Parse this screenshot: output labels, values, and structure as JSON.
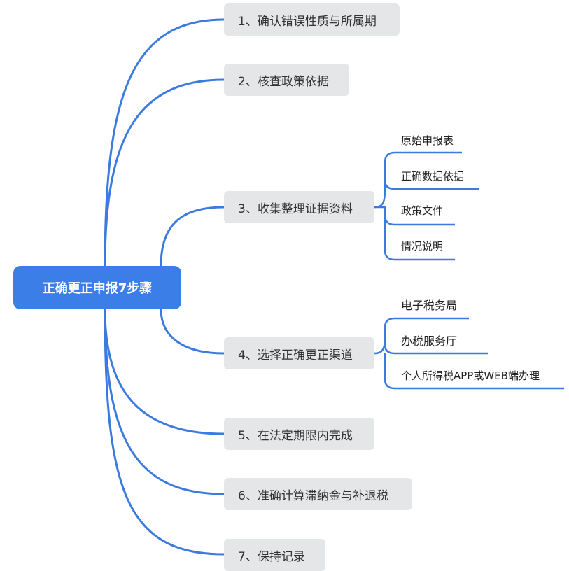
{
  "root": {
    "label": "正确更正申报7步骤"
  },
  "steps": [
    {
      "label": "1、确认错误性质与所属期"
    },
    {
      "label": "2、核查政策依据"
    },
    {
      "label": "3、收集整理证据资料",
      "children": [
        "原始申报表",
        "正确数据依据",
        "政策文件",
        "情况说明"
      ]
    },
    {
      "label": "4、选择正确更正渠道",
      "children": [
        "电子税务局",
        "办税服务厅",
        "个人所得税APP或WEB端办理"
      ]
    },
    {
      "label": "5、在法定期限内完成"
    },
    {
      "label": "6、准确计算滞纳金与补退税"
    },
    {
      "label": "7、保持记录"
    }
  ],
  "colors": {
    "accent": "#3c7ee8",
    "line": "#3b7be0",
    "node_bg": "#e5e6e8"
  }
}
